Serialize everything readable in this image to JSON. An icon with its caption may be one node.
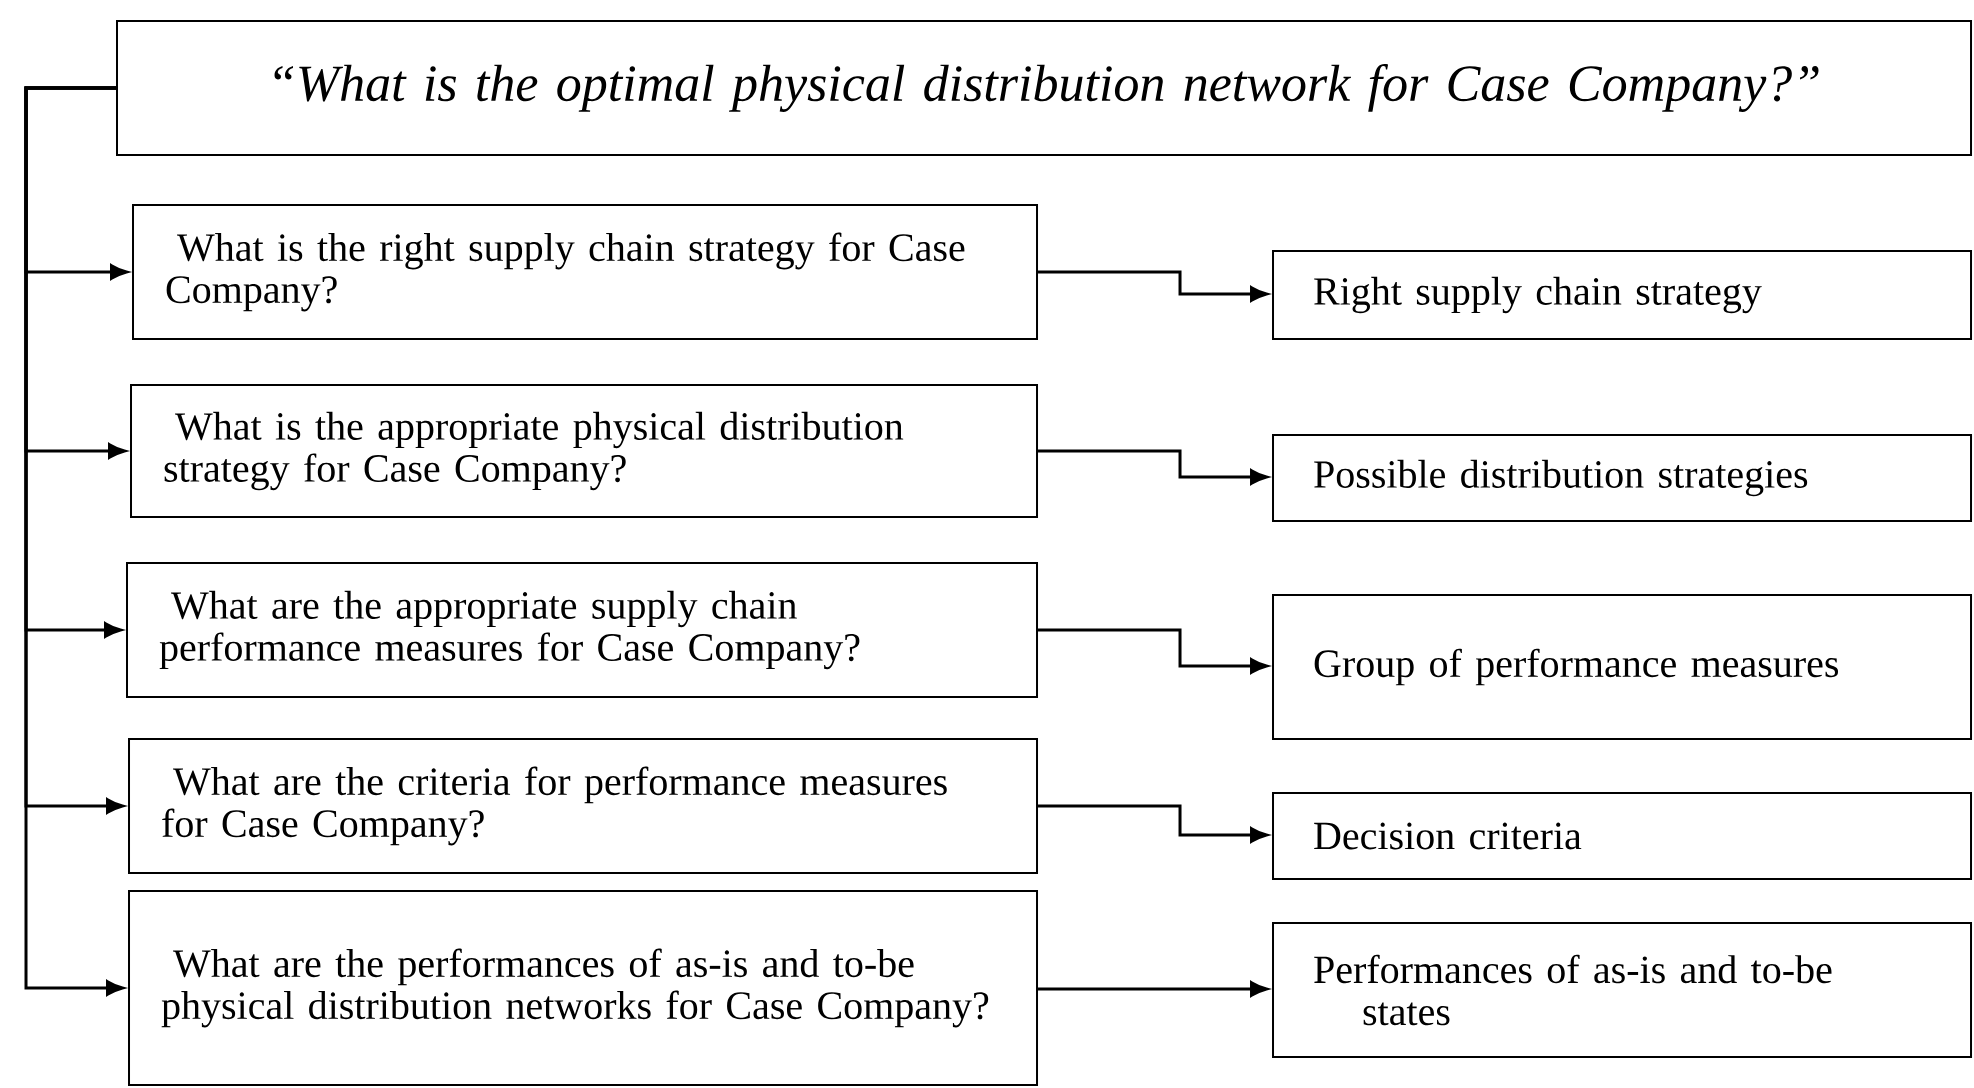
{
  "diagram": {
    "nodes": [
      {
        "text": [
          "“What is the optimal physical distribution network for Case Company?”"
        ]
      },
      {
        "text": [
          "What is the right supply chain strategy for Case Company?"
        ]
      },
      {
        "text": [
          "What is the appropriate physical distribution strategy for Case Company?"
        ]
      },
      {
        "text": [
          "What are the appropriate supply chain performance measures for Case Company?"
        ]
      },
      {
        "text": [
          "What are the criteria for performance measures for Case Company?"
        ]
      },
      {
        "text": [
          "What are the performances of as-is and to-be physical distribution networks for Case Company?"
        ]
      },
      {
        "text": [
          "Right supply chain strategy"
        ]
      },
      {
        "text": [
          "Possible distribution strategies"
        ]
      },
      {
        "text": [
          "Group of performance measures"
        ]
      },
      {
        "text": [
          "Decision criteria"
        ]
      },
      {
        "text": [
          "Performances of as-is and to-be states"
        ]
      }
    ],
    "edges": [
      {
        "from": 0,
        "to": 1,
        "arrow": "to"
      },
      {
        "from": 0,
        "to": 2,
        "arrow": "to"
      },
      {
        "from": 0,
        "to": 3,
        "arrow": "to"
      },
      {
        "from": 0,
        "to": 4,
        "arrow": "to"
      },
      {
        "from": 0,
        "to": 5,
        "arrow": "to"
      },
      {
        "from": 1,
        "to": 6,
        "arrow": "to"
      },
      {
        "from": 2,
        "to": 7,
        "arrow": "to"
      },
      {
        "from": 3,
        "to": 8,
        "arrow": "to"
      },
      {
        "from": 4,
        "to": 9,
        "arrow": "to"
      },
      {
        "from": 5,
        "to": 10,
        "arrow": "to"
      }
    ]
  }
}
